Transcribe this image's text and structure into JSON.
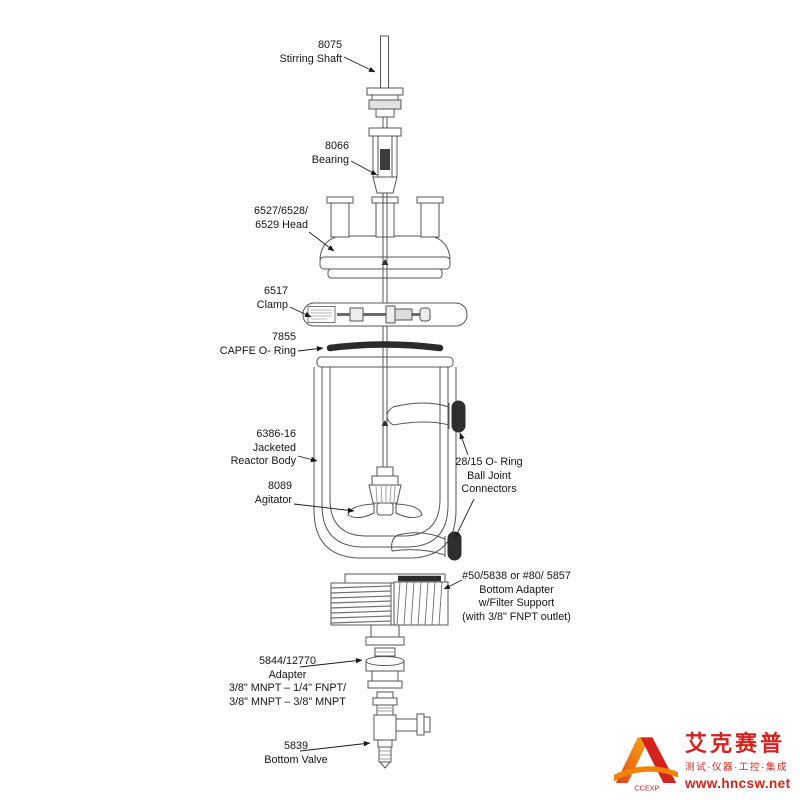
{
  "diagram": {
    "labels": [
      {
        "id": "stirring-shaft",
        "lines": [
          "8075",
          "Stirring Shaft"
        ]
      },
      {
        "id": "bearing",
        "lines": [
          "8066",
          "Bearing"
        ]
      },
      {
        "id": "head",
        "lines": [
          "6527/6528/",
          "6529 Head"
        ]
      },
      {
        "id": "clamp",
        "lines": [
          "6517",
          "Clamp"
        ]
      },
      {
        "id": "capfe-o-ring",
        "lines": [
          "7855",
          "CAPFE O- Ring"
        ]
      },
      {
        "id": "jacketed-reactor-body",
        "lines": [
          "6386-16",
          "Jacketed",
          "Reactor Body"
        ]
      },
      {
        "id": "agitator",
        "lines": [
          "8089",
          "Agitator"
        ]
      },
      {
        "id": "ball-joint-connectors",
        "lines": [
          "28/15 O- Ring",
          "Ball Joint",
          "Connectors"
        ]
      },
      {
        "id": "bottom-adapter",
        "lines": [
          "#50/5838 or #80/ 5857",
          "Bottom Adapter",
          "w/Filter Support",
          "(with 3/8\" FNPT outlet)"
        ]
      },
      {
        "id": "adapter",
        "lines": [
          "5844/12770",
          "Adapter",
          "3/8\" MNPT – 1/4\" FNPT/",
          "3/8\" MNPT – 3/8\" MNPT"
        ]
      },
      {
        "id": "bottom-valve",
        "lines": [
          "5839",
          "Bottom Valve"
        ]
      }
    ]
  },
  "logo": {
    "mark_text": "CCEXP",
    "name_cn": "艾克赛普",
    "tagline": "测试·仪器·工控·集成",
    "url": "www.hncsw.net",
    "red": "#d3231c",
    "orange": "#f08300"
  }
}
